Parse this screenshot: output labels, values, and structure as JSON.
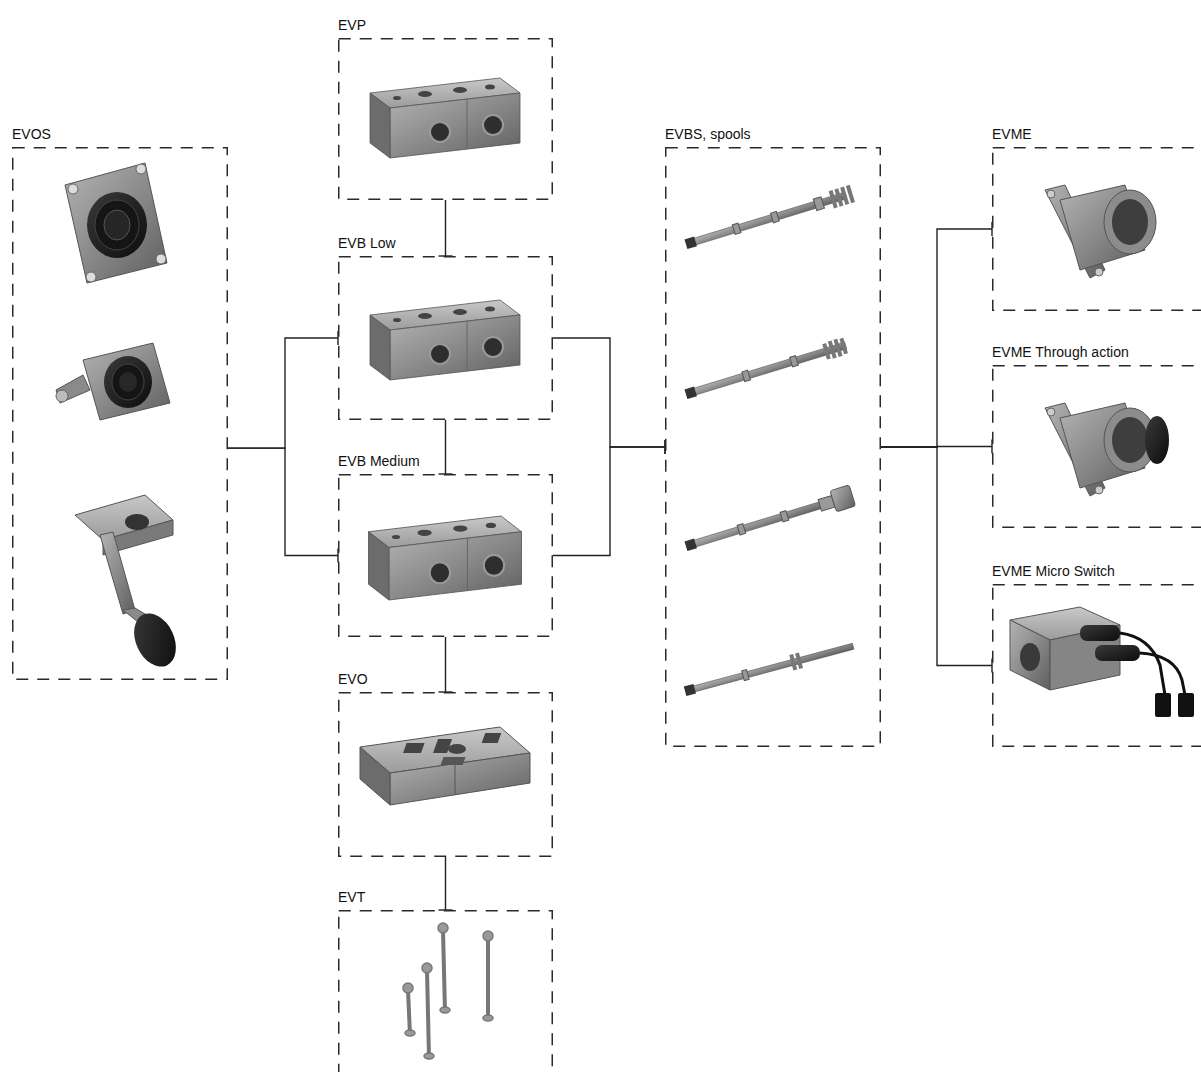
{
  "diagram": {
    "nodes": [
      {
        "text": [
          "EVOS"
        ]
      },
      {
        "text": [
          "EVP"
        ]
      },
      {
        "text": [
          "EVB Low"
        ]
      },
      {
        "text": [
          "EVB Medium"
        ]
      },
      {
        "text": [
          "EVO"
        ]
      },
      {
        "text": [
          "EVT"
        ]
      },
      {
        "text": [
          "EVBS, spools"
        ]
      },
      {
        "text": [
          "EVME"
        ]
      },
      {
        "text": [
          "EVME Through action"
        ]
      },
      {
        "text": [
          "EVME Micro Switch"
        ]
      }
    ],
    "edges": [
      {
        "from": 1,
        "to": 2,
        "arrow": "none"
      },
      {
        "from": 2,
        "to": 3,
        "arrow": "none"
      },
      {
        "from": 3,
        "to": 4,
        "arrow": "none"
      },
      {
        "from": 4,
        "to": 5,
        "arrow": "none"
      },
      {
        "from": 0,
        "to": 2,
        "arrow": "none"
      },
      {
        "from": 0,
        "to": 3,
        "arrow": "none"
      },
      {
        "from": 2,
        "to": 6,
        "arrow": "none"
      },
      {
        "from": 3,
        "to": 6,
        "arrow": "none"
      },
      {
        "from": 6,
        "to": 7,
        "arrow": "none"
      },
      {
        "from": 6,
        "to": 8,
        "arrow": "none"
      },
      {
        "from": 6,
        "to": 9,
        "arrow": "none"
      }
    ]
  }
}
